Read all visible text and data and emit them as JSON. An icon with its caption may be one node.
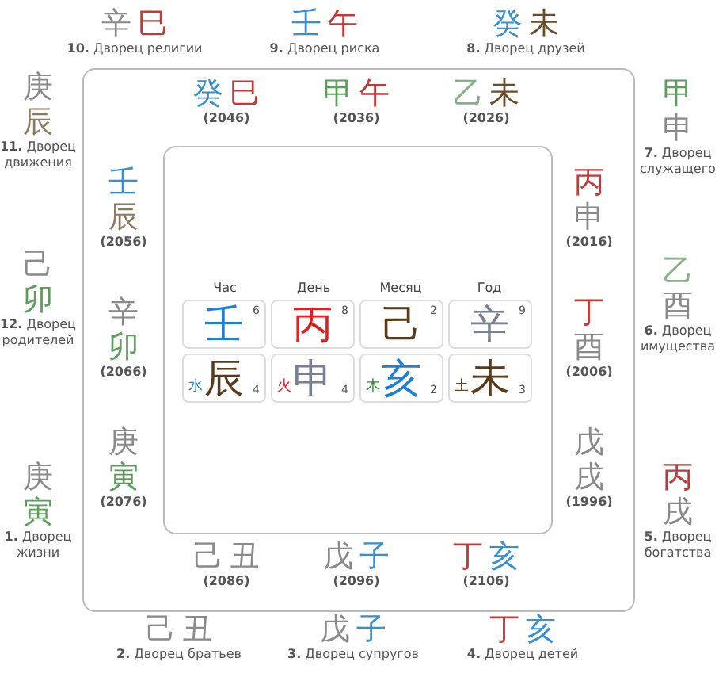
{
  "diagram": {
    "nodes": [
      {
        "text": [],
        "shape": "box"
      },
      {
        "text": [],
        "shape": "box",
        "in": 0
      },
      {
        "text": [
          "壬",
          "6"
        ],
        "in": 1
      },
      {
        "text": [
          "丙",
          "8"
        ],
        "in": 1
      },
      {
        "text": [
          "己",
          "2"
        ],
        "in": 1
      },
      {
        "text": [
          "辛",
          "9"
        ],
        "in": 1
      },
      {
        "text": [
          "水",
          "辰",
          "4"
        ],
        "in": 1
      },
      {
        "text": [
          "火",
          "申",
          "4"
        ],
        "in": 1
      },
      {
        "text": [
          "木",
          "亥",
          "2"
        ],
        "in": 1
      },
      {
        "text": [
          "土",
          "未",
          "3"
        ],
        "in": 1
      }
    ],
    "labels": [
      "辛",
      "巳",
      "**10.** Дворец религии",
      "壬",
      "午",
      "**9.** Дворец риска",
      "癸",
      "未",
      "**8.** Дворец друзей",
      "癸",
      "巳",
      "(2046)",
      "甲",
      "午",
      "(2036)",
      "乙",
      "未",
      "(2026)",
      "庚",
      "辰",
      "**11.** Дворец движения",
      "己",
      "卯",
      "**12.** Дворец родителей",
      "庚",
      "寅",
      "**1.** Дворец жизни",
      "壬",
      "辰",
      "(2056)",
      "辛",
      "卯",
      "(2066)",
      "庚",
      "寅",
      "(2076)",
      "甲",
      "申",
      "**7.** Дворец служащего",
      "乙",
      "酉",
      "**6.** Дворец имущества",
      "丙",
      "戌",
      "**5.** Дворец богатства",
      "丙",
      "申",
      "(2016)",
      "丁",
      "酉",
      "(2006)",
      "戊",
      "戌",
      "(1996)",
      "Час",
      "День",
      "Месяц",
      "Год",
      "己",
      "丑",
      "(2086)",
      "戊",
      "子",
      "(2096)",
      "丁",
      "亥",
      "(2106)",
      "己",
      "丑",
      "**2.** Дворец братьев",
      "戊",
      "子",
      "**3.** Дворец супругов",
      "丁",
      "亥",
      "**4.** Дворец детей"
    ]
  }
}
